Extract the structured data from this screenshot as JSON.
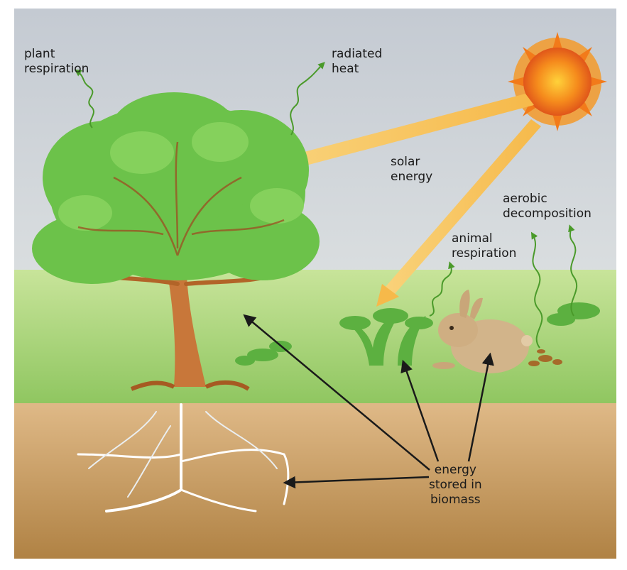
{
  "labels": {
    "plant_respiration": [
      "plant",
      "respiration"
    ],
    "radiated_heat": [
      "radiated",
      "heat"
    ],
    "solar_energy": [
      "solar",
      "energy"
    ],
    "aerobic_decomposition": [
      "aerobic",
      "decomposition"
    ],
    "animal_respiration": [
      "animal",
      "respiration"
    ],
    "energy_stored": [
      "energy",
      "stored in",
      "biomass"
    ]
  },
  "colors": {
    "sky_top": "#c9cfd6",
    "sky_bottom": "#f2f4f0",
    "grass": "#a9d67a",
    "soil_top": "#d9b07a",
    "soil_bottom": "#b98a4a",
    "tree_foliage": "#6cc24a",
    "tree_trunk": "#c8773a",
    "sun": "#f08a1c",
    "solar_arrow": "#f6c060",
    "wavy_arrow": "#4a9a2a",
    "black_arrow": "#1a1a1a",
    "rabbit": "#d2b48a",
    "roots": "#ffffff"
  },
  "icons": [
    "sun-icon",
    "tree-icon",
    "rabbit-icon",
    "plant-icon",
    "roots-icon"
  ]
}
